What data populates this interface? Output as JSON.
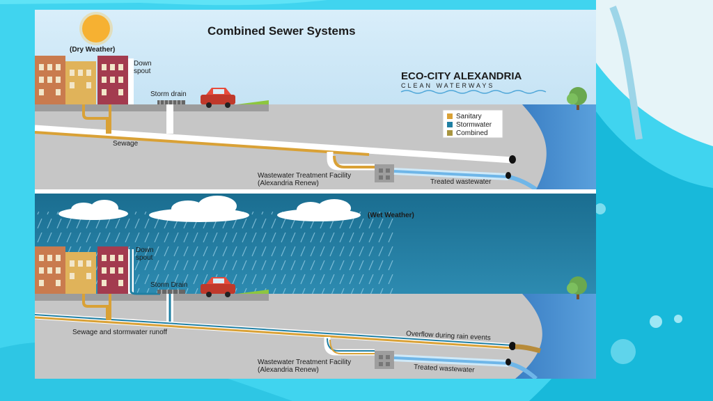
{
  "title": "Combined Sewer Systems",
  "brand": {
    "name_line1": "ECO-CITY ALEXANDRIA",
    "name_line2": "CLEAN WATERWAYS",
    "color": "#1a4f8a"
  },
  "legend": {
    "items": [
      {
        "label": "Sanitary",
        "color": "#d9a136"
      },
      {
        "label": "Stormwater",
        "color": "#1f7fa3"
      },
      {
        "label": "Combined",
        "color": "#a8953f"
      }
    ]
  },
  "dry": {
    "weather_label": "(Dry Weather)",
    "downspout_line1": "Down",
    "downspout_line2": "spout",
    "storm_drain": "Storm drain",
    "sewage": "Sewage",
    "facility_line1": "Wastewater Treatment Facility",
    "facility_line2": "(Alexandria Renew)",
    "treated": "Treated wastewater"
  },
  "wet": {
    "weather_label": "(Wet Weather)",
    "downspout_line1": "Down",
    "downspout_line2": "spout",
    "storm_drain": "Storm Drain",
    "runoff": "Sewage and stormwater runoff",
    "overflow": "Overflow during rain events",
    "facility_line1": "Wastewater Treatment Facility",
    "facility_line2": "(Alexandria Renew)",
    "treated": "Treated wastewater"
  },
  "colors": {
    "sanitary": "#d9a136",
    "stormwater": "#1f7fa3",
    "ground": "#c8c8c8",
    "river": "#4b8fd0",
    "dry_sky": "#bfe0f3",
    "wet_sky": "#1c6f93"
  }
}
